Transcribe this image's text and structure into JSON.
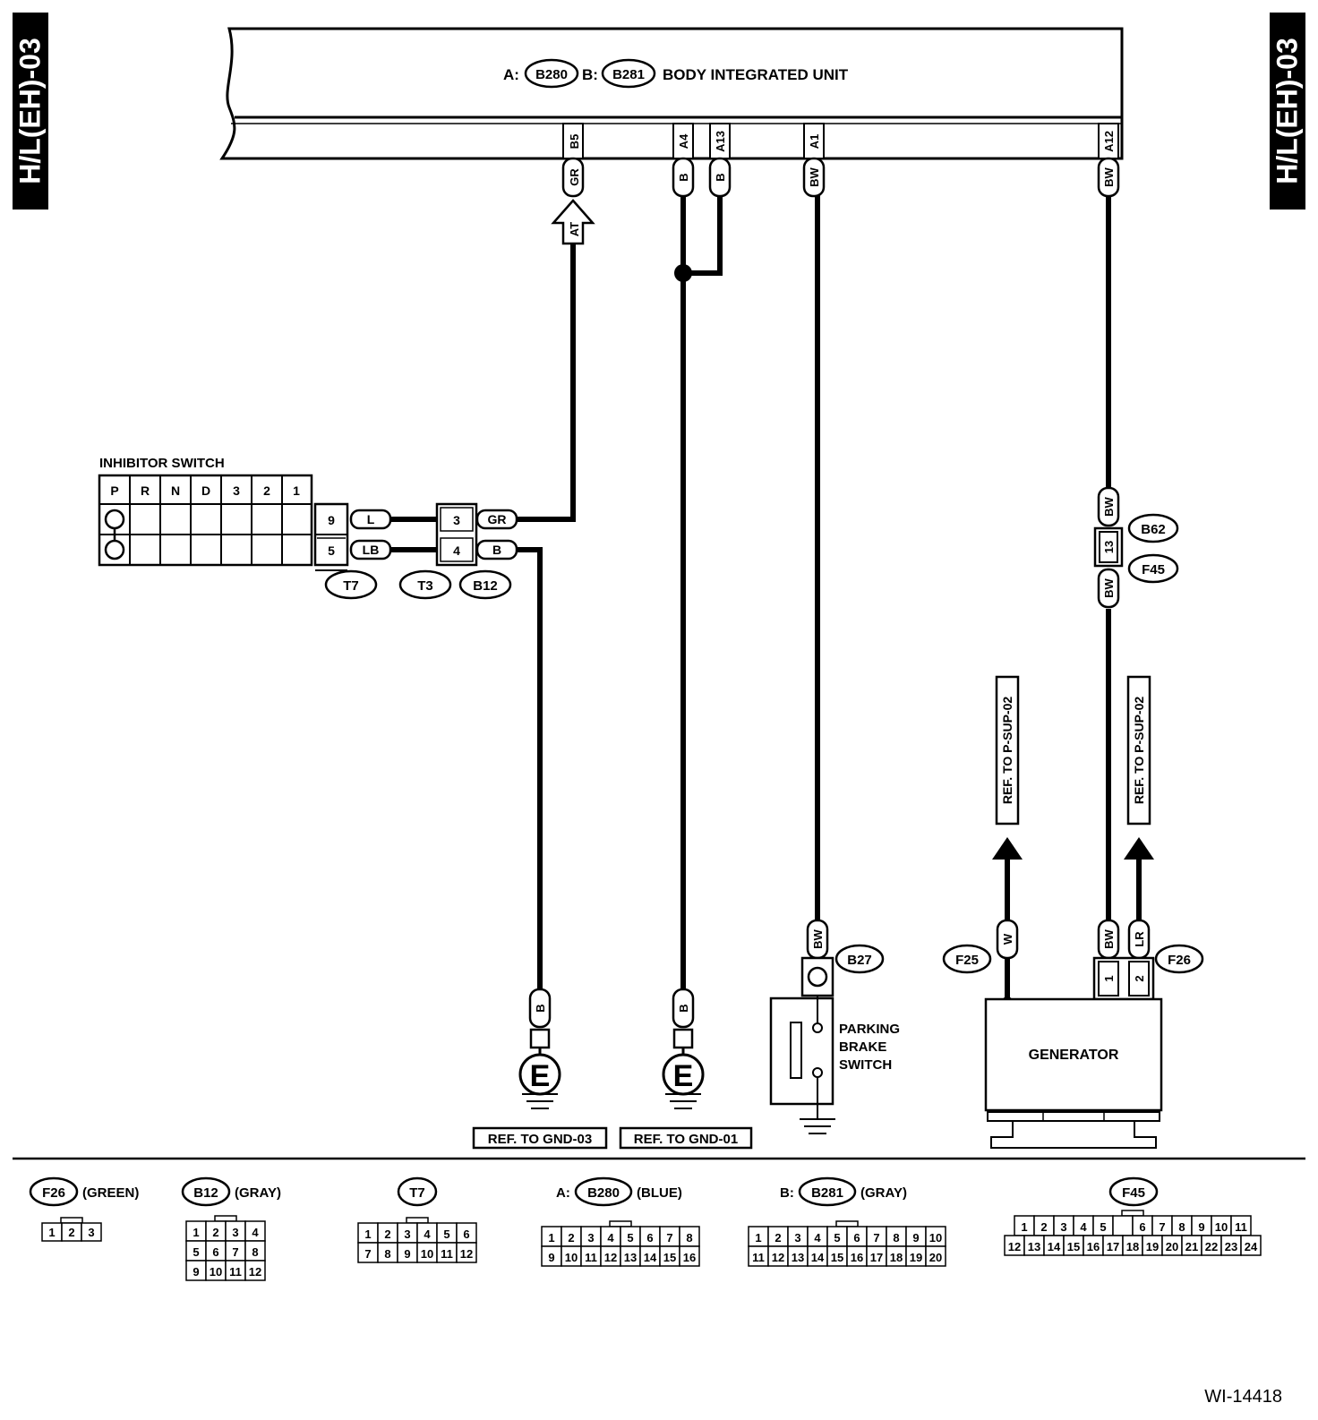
{
  "side_tab": "H/L(EH)-03",
  "unit": {
    "prefix_a": "A:",
    "conn_a": "B280",
    "prefix_b": "B:",
    "conn_b": "B281",
    "title": "BODY INTEGRATED UNIT"
  },
  "unit_pins": {
    "b5": "B5",
    "a4": "A4",
    "a13": "A13",
    "a1": "A1",
    "a12": "A12"
  },
  "wire_colors": {
    "gr": "GR",
    "b": "B",
    "bw": "BW",
    "l": "L",
    "lb": "LB",
    "w": "W",
    "lr": "LR"
  },
  "at_arrow": "AT",
  "inhibitor": {
    "title": "INHIBITOR SWITCH",
    "positions": [
      "P",
      "R",
      "N",
      "D",
      "3",
      "2",
      "1"
    ],
    "conn_t7_pins": [
      "9",
      "5"
    ],
    "conn_b12_pins": [
      "3",
      "4"
    ],
    "conn_labels": [
      "T7",
      "T3",
      "B12"
    ]
  },
  "b62_f45": {
    "pin": "13",
    "b62": "B62",
    "f45": "F45"
  },
  "refs": {
    "p_sup": "REF. TO P-SUP-02",
    "gnd03": "REF. TO GND-03",
    "gnd01": "REF. TO GND-01"
  },
  "ground_symbol": "E",
  "parking_brake": {
    "conn": "B27",
    "title_lines": [
      "PARKING",
      "BRAKE",
      "SWITCH"
    ]
  },
  "generator": {
    "title": "GENERATOR",
    "conn_f25": "F25",
    "conn_f26": "F26",
    "pins": [
      "1",
      "2"
    ]
  },
  "legend": [
    {
      "prefix": "",
      "id": "F26",
      "color": "(GREEN)",
      "rows": [
        [
          "1",
          "2",
          "3"
        ]
      ]
    },
    {
      "prefix": "",
      "id": "B12",
      "color": "(GRAY)",
      "rows": [
        [
          "1",
          "2",
          "3",
          "4"
        ],
        [
          "5",
          "6",
          "7",
          "8"
        ],
        [
          "9",
          "10",
          "11",
          "12"
        ]
      ]
    },
    {
      "prefix": "",
      "id": "T7",
      "color": "",
      "rows": [
        [
          "1",
          "2",
          "3",
          "4",
          "5",
          "6"
        ],
        [
          "7",
          "8",
          "9",
          "10",
          "11",
          "12"
        ]
      ]
    },
    {
      "prefix": "A:",
      "id": "B280",
      "color": "(BLUE)",
      "rows": [
        [
          "1",
          "2",
          "3",
          "4",
          "5",
          "6",
          "7",
          "8"
        ],
        [
          "9",
          "10",
          "11",
          "12",
          "13",
          "14",
          "15",
          "16"
        ]
      ]
    },
    {
      "prefix": "B:",
      "id": "B281",
      "color": "(GRAY)",
      "rows": [
        [
          "1",
          "2",
          "3",
          "4",
          "5",
          "6",
          "7",
          "8",
          "9",
          "10"
        ],
        [
          "11",
          "12",
          "13",
          "14",
          "15",
          "16",
          "17",
          "18",
          "19",
          "20"
        ]
      ]
    },
    {
      "prefix": "",
      "id": "F45",
      "color": "",
      "rows": [
        [
          "1",
          "2",
          "3",
          "4",
          "5",
          "",
          "6",
          "7",
          "8",
          "9",
          "10",
          "11"
        ],
        [
          "12",
          "13",
          "14",
          "15",
          "16",
          "17",
          "18",
          "19",
          "20",
          "21",
          "22",
          "23",
          "24"
        ]
      ]
    }
  ],
  "footer_id": "WI-14418"
}
